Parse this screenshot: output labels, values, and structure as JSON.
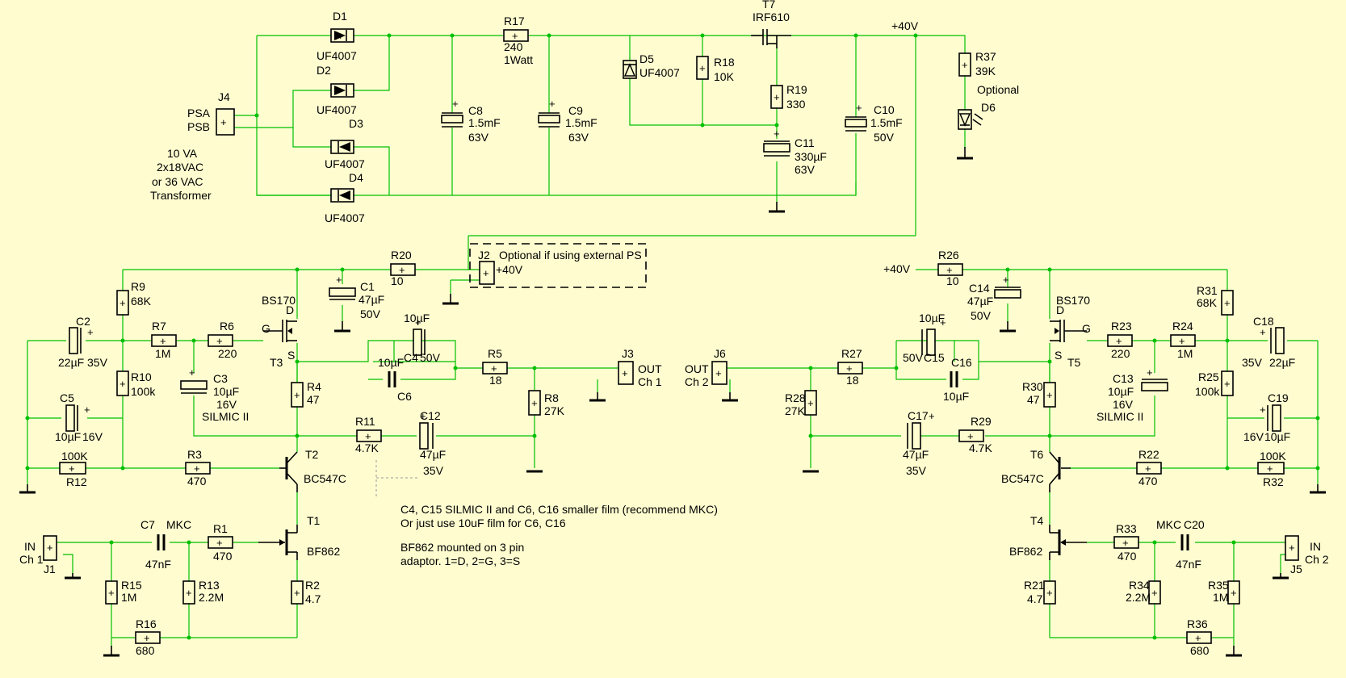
{
  "labels": {
    "D1": "D1",
    "D1v": "UF4007",
    "D2": "D2",
    "D2v": "UF4007",
    "D3": "D3",
    "D3v": "UF4007",
    "D4": "D4",
    "D4v": "UF4007",
    "J4": "J4",
    "PSA": "PSA",
    "PSB": "PSB",
    "tr1": "10 VA",
    "tr2": "2x18VAC",
    "tr3": "or 36 VAC",
    "tr4": "Transformer",
    "C8": "C8",
    "C8v": "1.5mF",
    "C8v2": "63V",
    "R17": "R17",
    "R17v": "240",
    "R17v2": "1Watt",
    "C9": "C9",
    "C9v": "1.5mF",
    "C9v2": "63V",
    "D5": "D5",
    "D5v": "UF4007",
    "R18": "R18",
    "R18v": "10K",
    "T7": "T7",
    "T7v": "IRF610",
    "R19": "R19",
    "R19v": "330",
    "C11": "C11",
    "C11v": "330µF",
    "C11v2": "63V",
    "C10": "C10",
    "C10v": "1.5mF",
    "C10v2": "50V",
    "p40": "+40V",
    "R37": "R37",
    "R37v": "39K",
    "optional": "Optional",
    "D6": "D6",
    "R20": "R20",
    "R20v": "10",
    "J2": "J2",
    "J2note": "Optional if using external PS",
    "J2v": "+40V",
    "C1": "C1",
    "C1v": "47µF",
    "C1v2": "50V",
    "R9": "R9",
    "R9v": "68K",
    "C2": "C2",
    "C2v": "22µF",
    "C2v2": "35V",
    "R7": "R7",
    "R7v": "1M",
    "R6": "R6",
    "R6v": "220",
    "T3bs": "BS170",
    "T3D": "D",
    "T3G": "G",
    "T3S": "S",
    "T3": "T3",
    "C4top": "10µF",
    "C4": "C4",
    "C4v": "10µF",
    "C4v2": "50V",
    "C6": "C6",
    "R5": "R5",
    "R5v": "18",
    "J3": "J3",
    "J3v1": "OUT",
    "J3v2": "Ch 1",
    "R8": "R8",
    "R8v": "27K",
    "R10": "R10",
    "R10v": "100k",
    "C3": "C3",
    "C3v": "10µF",
    "C3v2": "16V",
    "C3v3": "SILMIC II",
    "R4": "R4",
    "R4v": "47",
    "C5": "C5",
    "C5v": "10µF",
    "C5v2": "16V",
    "R11": "R11",
    "R11v": "4.7K",
    "C12": "C12",
    "C12v": "47µF",
    "C12v2": "35V",
    "R12": "R12",
    "R12v": "100K",
    "R3": "R3",
    "R3v": "470",
    "T2": "T2",
    "T2v": "BC547C",
    "T1": "T1",
    "T1v": "BF862",
    "J1": "J1",
    "J1v1": "IN",
    "J1v2": "Ch 1",
    "C7": "C7",
    "C7m": "MKC",
    "C7v": "47nF",
    "R1": "R1",
    "R1v": "470",
    "R15": "R15",
    "R15v": "1M",
    "R13": "R13",
    "R13v": "2.2M",
    "R2": "R2",
    "R2v": "4.7",
    "R16": "R16",
    "R16v": "680",
    "note1": "C4, C15 SILMIC II and C6, C16 smaller film (recommend MKC)",
    "note2": "Or just use 10uF film for C6, C16",
    "note3": "BF862 mounted on 3 pin",
    "note4": "adaptor. 1=D, 2=G, 3=S",
    "p40r": "+40V",
    "R26": "R26",
    "R26v": "10",
    "C14": "C14",
    "C14v": "47µF",
    "C14v2": "50V",
    "T5bs": "BS170",
    "T5D": "D",
    "T5G": "G",
    "T5S": "S",
    "T5": "T5",
    "R23": "R23",
    "R23v": "220",
    "R24": "R24",
    "R24v": "1M",
    "R31": "R31",
    "R31v": "68K",
    "C18": "C18",
    "C18v": "35V",
    "C18v2": "22µF",
    "C15top": "10µF",
    "C15v": "50V",
    "C15": "C15",
    "C16": "C16",
    "C16v": "10µF",
    "R27": "R27",
    "R27v": "18",
    "J6": "J6",
    "J6v1": "OUT",
    "J6v2": "Ch 2",
    "R28": "R28",
    "R28v": "27K",
    "R30": "R30",
    "R30v": "47",
    "C13": "C13",
    "C13v": "10µF",
    "C13v2": "16V",
    "C13v3": "SILMIC II",
    "R25": "R25",
    "R25v": "100k",
    "C19": "C19",
    "C19v": "16V",
    "C19v2": "10µF",
    "C17": "C17",
    "C17v": "47µF",
    "C17v2": "35V",
    "R29": "R29",
    "R29v": "4.7K",
    "T6": "T6",
    "T6v": "BC547C",
    "R22": "R22",
    "R22v": "470",
    "R32": "R32",
    "R32v": "100K",
    "T4": "T4",
    "T4v": "BF862",
    "R33": "R33",
    "R33v": "470",
    "C20": "C20",
    "C20m": "MKC",
    "C20v": "47nF",
    "J5": "J5",
    "J5v1": "IN",
    "J5v2": "Ch 2",
    "R21": "R21",
    "R21v": "4.7",
    "R34": "R34",
    "R34v": "2.2M",
    "R35": "R35",
    "R35v": "1M",
    "R36": "R36",
    "R36v": "680"
  },
  "colors": {
    "background": "#fffdd0",
    "wire": "#00c000",
    "pin": "#e00000",
    "symbol": "#000000"
  }
}
